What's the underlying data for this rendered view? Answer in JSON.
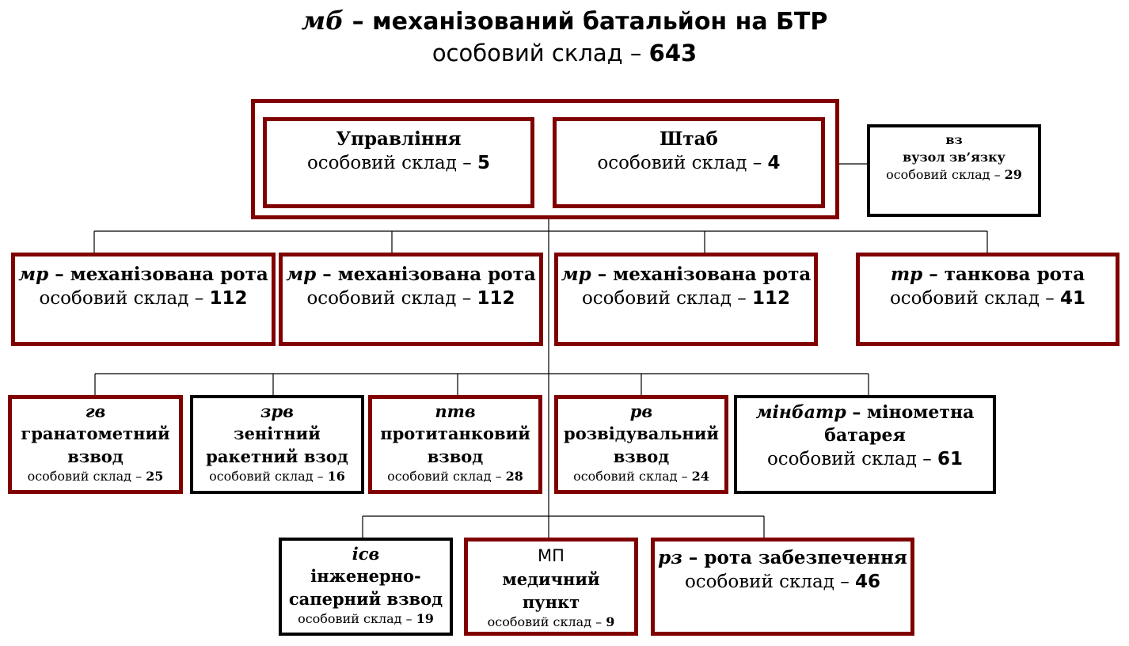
{
  "title": {
    "abbr": "мб",
    "text": " – механізований батальйон на БТР"
  },
  "subtitle": {
    "text": "особовий склад – ",
    "num": "643"
  },
  "staff_label": "особовий склад – ",
  "colors": {
    "accent": "#800000",
    "line": "#000000"
  },
  "command": {
    "upravlinnia": {
      "name": "Управління",
      "staff": "5"
    },
    "shtab": {
      "name": "Штаб",
      "staff": "4"
    }
  },
  "vz": {
    "abbr": "вз",
    "name": "вузол зв’язку",
    "staff": "29"
  },
  "companies": [
    {
      "abbr": "мр",
      "name": " – механізована рота",
      "staff": "112"
    },
    {
      "abbr": "мр",
      "name": " – механізована рота",
      "staff": "112"
    },
    {
      "abbr": "мр",
      "name": " – механізована рота",
      "staff": "112"
    },
    {
      "abbr": "тр",
      "name": " – танкова рота",
      "staff": "41"
    }
  ],
  "platoons": [
    {
      "abbr": "гв",
      "line1": "гранатометний",
      "line2": "взвод",
      "staff": "25"
    },
    {
      "abbr": "зрв",
      "line1": "зенітний",
      "line2": "ракетний взод",
      "staff": "16"
    },
    {
      "abbr": "птв",
      "line1": "протитанковий",
      "line2": "взвод",
      "staff": "28"
    },
    {
      "abbr": "рв",
      "line1": "розвідувальний",
      "line2": "взвод",
      "staff": "24"
    }
  ],
  "minbatr": {
    "abbr": "мінбатр",
    "name1": " – мінометна",
    "name2": "батарея",
    "staff": "61"
  },
  "isv": {
    "abbr": "ісв",
    "line1": "інженерно-",
    "line2": "саперний взвод",
    "staff": "19"
  },
  "mp": {
    "abbr": "МП",
    "line1": "медичний",
    "line2": "пункт",
    "staff": "9"
  },
  "rz": {
    "abbr": "рз",
    "name": " – рота забезпечення",
    "staff": "46"
  }
}
